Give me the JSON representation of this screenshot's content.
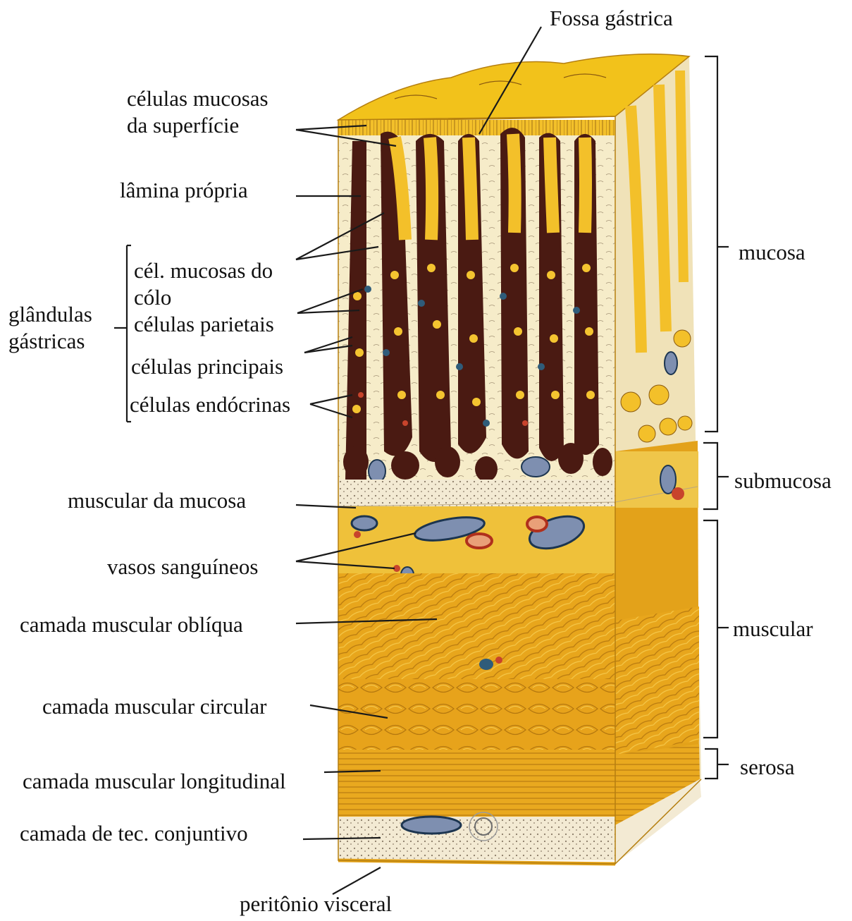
{
  "labels": {
    "fossa_gastrica": "Fossa gástrica",
    "celulas_mucosas_superficie_1": "células mucosas",
    "celulas_mucosas_superficie_2": "da superfície",
    "lamina_propria": "lâmina própria",
    "glandulas_1": "glândulas",
    "glandulas_2": "gástricas",
    "cel_mucosas_colo_1": "cél. mucosas do",
    "cel_mucosas_colo_2": "cólo",
    "celulas_parietais": "células parietais",
    "celulas_principais": "células principais",
    "celulas_endocrinas": "células endócrinas",
    "muscular_da_mucosa": "muscular da mucosa",
    "vasos_sanguineos": "vasos sanguíneos",
    "camada_obliqua": "camada muscular oblíqua",
    "camada_circular": "camada muscular circular",
    "camada_longitudinal": "camada muscular longitudinal",
    "camada_tec_conjuntivo": "camada de tec. conjuntivo",
    "peritonio_visceral": "peritônio visceral",
    "mucosa": "mucosa",
    "submucosa": "submucosa",
    "muscular": "muscular",
    "serosa": "serosa"
  },
  "colors": {
    "mucosa_yellow": "#f2c21b",
    "lamina_cream": "#f6ecc9",
    "gland_dark": "#4a1a12",
    "parietal_yellow": "#f4c430",
    "muscle_orange": "#e3a21a",
    "muscle_light": "#f0b52a",
    "vessel_blue": "#7e8fb0",
    "vessel_red": "#c8442c",
    "leader_line": "#1a1a1a"
  }
}
